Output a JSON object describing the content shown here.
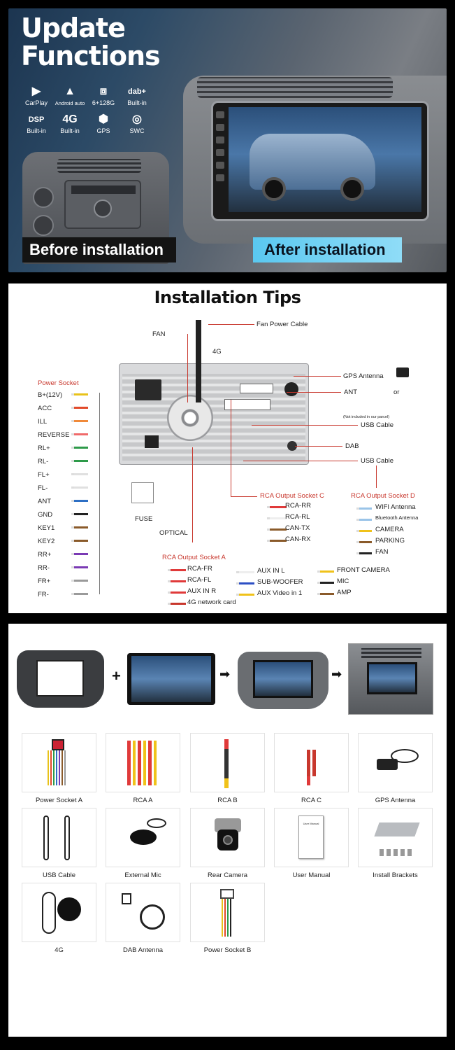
{
  "section1": {
    "title_line1": "Update",
    "title_line2": "Functions",
    "features": [
      {
        "icon": "carplay-icon",
        "glyph": "▶",
        "label": "CarPlay"
      },
      {
        "icon": "android-auto-icon",
        "glyph": "▲",
        "label": "Android auto"
      },
      {
        "icon": "chip-icon",
        "glyph": "⧈",
        "label": "6+128G"
      },
      {
        "icon": "dab-icon",
        "glyph": "dab+",
        "label": "Built-in"
      },
      {
        "icon": "dsp-icon",
        "glyph": "DSP",
        "label": "Built-in"
      },
      {
        "icon": "4g-icon",
        "glyph": "4G",
        "label": "Built-in"
      },
      {
        "icon": "gps-icon",
        "glyph": "⬢",
        "label": "GPS"
      },
      {
        "icon": "swc-icon",
        "glyph": "◎",
        "label": "SWC"
      }
    ],
    "before_label": "Before installation",
    "after_label": "After installation"
  },
  "section2": {
    "title": "Installation Tips",
    "fan_power_cable": "Fan Power Cable",
    "fan": "FAN",
    "g4": "4G",
    "gps_antenna": "GPS Antenna",
    "ant": "ANT",
    "or": "or",
    "not_included": "(Not included in our parcel)",
    "usb_cable_1": "USB Cable",
    "dab": "DAB",
    "usb_cable_2": "USB Cable",
    "power_socket": "Power Socket",
    "power_pins": [
      {
        "label": "B+(12V)",
        "color": "#e8c21a"
      },
      {
        "label": "ACC",
        "color": "#e24a2a"
      },
      {
        "label": "ILL",
        "color": "#f08a3a"
      },
      {
        "label": "REVERSE",
        "color": "#f06a6a"
      },
      {
        "label": "RL+",
        "color": "#2e9a4a"
      },
      {
        "label": "RL-",
        "color": "#2e9a4a"
      },
      {
        "label": "FL+",
        "color": "#e0e0e0"
      },
      {
        "label": "FL-",
        "color": "#e0e0e0"
      },
      {
        "label": "ANT",
        "color": "#2d6fc4"
      },
      {
        "label": "GND",
        "color": "#222222"
      },
      {
        "label": "KEY1",
        "color": "#8a5a2a"
      },
      {
        "label": "KEY2",
        "color": "#8a5a2a"
      },
      {
        "label": "RR+",
        "color": "#7a3ab4"
      },
      {
        "label": "RR-",
        "color": "#7a3ab4"
      },
      {
        "label": "FR+",
        "color": "#9a9a9a"
      },
      {
        "label": "FR-",
        "color": "#9a9a9a"
      }
    ],
    "fuse": "FUSE",
    "optical": "OPTICAL",
    "rca_c_title": "RCA Output Socket C",
    "rca_c": [
      "RCA-RR",
      "RCA-RL",
      "CAN-TX",
      "CAN-RX"
    ],
    "rca_d_title": "RCA Output Socket D",
    "rca_d": [
      "WIFI Antenna",
      "Bluetooth Antenna",
      "CAMERA",
      "PARKING",
      "FAN"
    ],
    "rca_a_title": "RCA Output Socket A",
    "rca_a": [
      "RCA-FR",
      "RCA-FL",
      "AUX IN R",
      "4G network card"
    ],
    "aux_group": [
      "AUX IN L",
      "SUB-WOOFER",
      "AUX Video in 1"
    ],
    "camera_group": [
      "FRONT CAMERA",
      "MIC",
      "AMP"
    ]
  },
  "section3": {
    "accessories": [
      {
        "name": "Power Socket A"
      },
      {
        "name": "RCA  A"
      },
      {
        "name": "RCA  B"
      },
      {
        "name": "RCA  C"
      },
      {
        "name": "GPS Antenna"
      },
      {
        "name": "USB Cable"
      },
      {
        "name": "External Mic"
      },
      {
        "name": "Rear Camera"
      },
      {
        "name": "User Manual"
      },
      {
        "name": "Install Brackets"
      },
      {
        "name": "4G"
      },
      {
        "name": "DAB Antenna"
      },
      {
        "name": "Power Socket B"
      }
    ],
    "manual_text": "User Manual",
    "plus": "+",
    "arrow": "➡"
  }
}
